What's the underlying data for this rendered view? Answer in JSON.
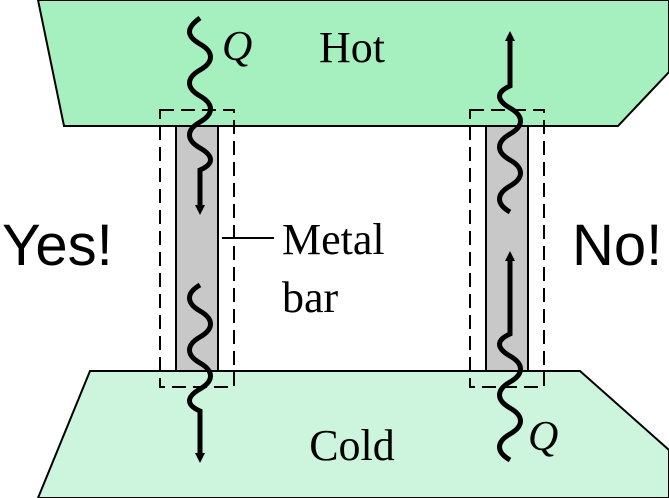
{
  "hot_reservoir": {
    "label": "Hot",
    "fill": "#a6f0c0"
  },
  "cold_reservoir": {
    "label": "Cold",
    "fill": "#cdf5dd"
  },
  "bar": {
    "fill": "#c8c8c8",
    "label_line1": "Metal",
    "label_line2": "bar"
  },
  "left_case": {
    "verdict": "Yes!",
    "heat_symbol": "Q"
  },
  "right_case": {
    "verdict": "No!",
    "heat_symbol": "Q"
  }
}
